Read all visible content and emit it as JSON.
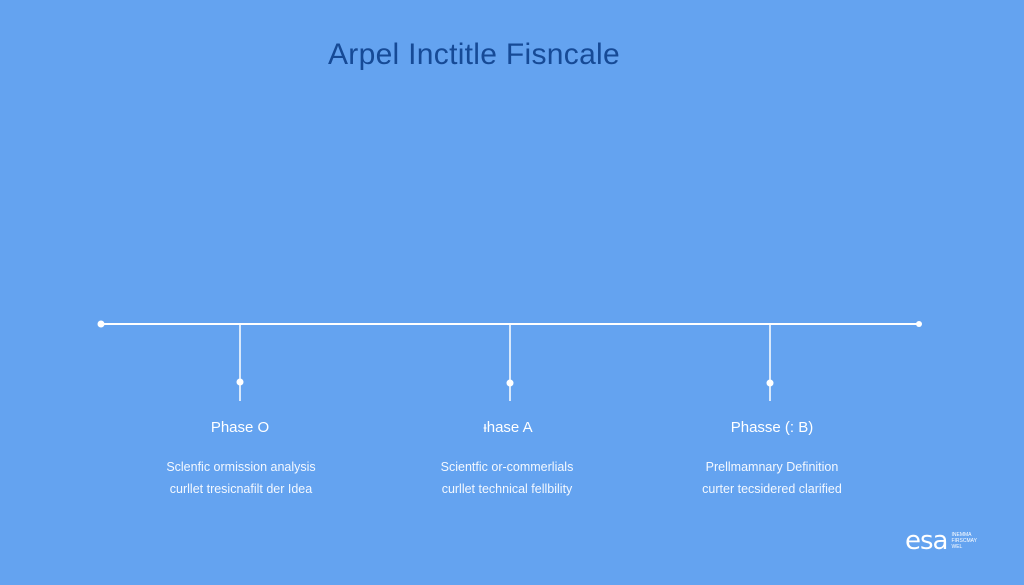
{
  "title": "Arpel Inctitle Fisncale",
  "phases": [
    {
      "label": "Phase O",
      "lines": [
        "Sclenfic ormission analysis",
        "curllet tresicnafilt der Idea"
      ]
    },
    {
      "label": "ᵻhase A",
      "lines": [
        "Scientfic or-commerlials",
        "curllet technical fellbility"
      ]
    },
    {
      "label": "Phasse (: B)",
      "lines": [
        "Prellmamnary Definition",
        "curter tecsidered clarified"
      ]
    }
  ],
  "logo": {
    "mark": "esa",
    "sub_lines": [
      "INEMMA",
      "FIRSCMAY",
      "WEL"
    ]
  },
  "colors": {
    "background": "#64a3f0",
    "title": "#164a96",
    "line": "#ffffff"
  }
}
